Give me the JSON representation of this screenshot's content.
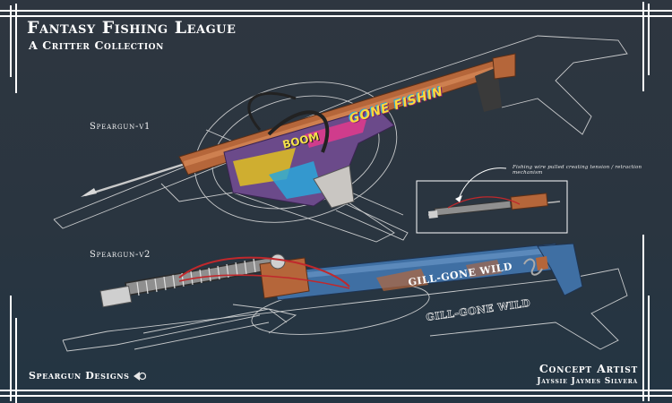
{
  "header": {
    "title": "Fantasy Fishing League",
    "subtitle": "A Critter Collection"
  },
  "labels": {
    "v1": "Speargun-v1",
    "v2": "Speargun-v2"
  },
  "callout": {
    "note": "Fishing wire pulled creating tension / retraction mechanism"
  },
  "graffiti": {
    "gone_fishin": "GONE FISHIN",
    "boom": "BOOM",
    "gill_gone_wild": "GILL-GONE WILD"
  },
  "footer": {
    "series": "Speargun Designs",
    "role": "Concept Artist",
    "artist": "Jayssie Jaymes Silvera"
  },
  "colors": {
    "background": "#2c3540",
    "copper": "#b5663a",
    "blue_metal": "#3f6fa3",
    "sketch_line": "#e8e8e8"
  }
}
